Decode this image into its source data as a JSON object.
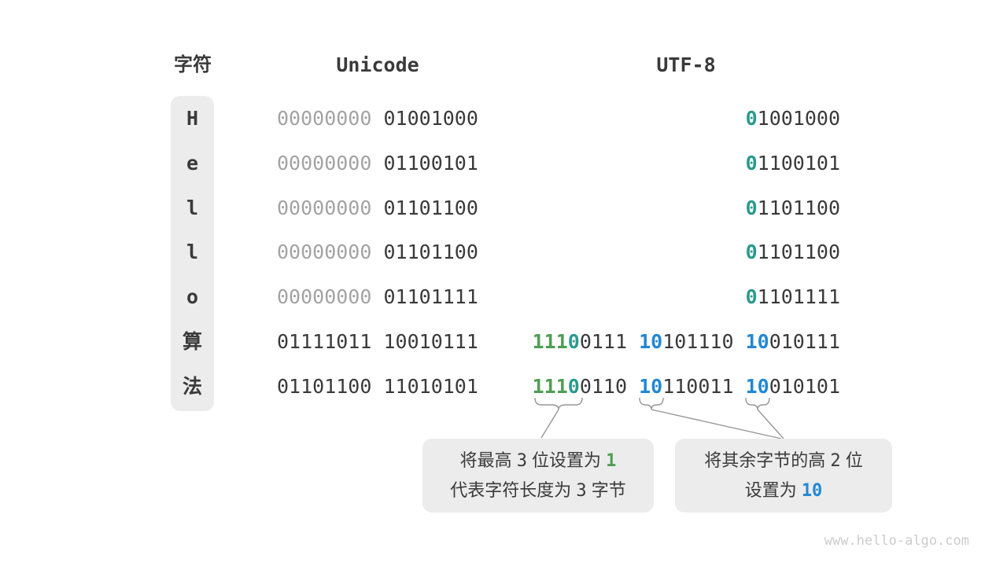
{
  "page": {
    "watermark": "www.hello-algo.com",
    "background": "#ffffff"
  },
  "colors": {
    "dark": "#3a3a3a",
    "gray": "#a3a3a3",
    "green": "#4f9e54",
    "teal": "#299a8c",
    "blue": "#2288d3",
    "box_bg": "#ececec",
    "connector": "#979797"
  },
  "header": {
    "char": "字符",
    "unicode": "Unicode",
    "utf8": "UTF-8"
  },
  "rows": [
    {
      "char": "H",
      "unicode": [
        {
          "text": "00000000",
          "color": "gray"
        },
        {
          "text": "01001000",
          "color": "dark"
        }
      ],
      "utf8": [
        [
          {
            "text": "0",
            "color": "teal",
            "bold": true
          },
          {
            "text": "1001000",
            "color": "dark"
          }
        ]
      ]
    },
    {
      "char": "e",
      "unicode": [
        {
          "text": "00000000",
          "color": "gray"
        },
        {
          "text": "01100101",
          "color": "dark"
        }
      ],
      "utf8": [
        [
          {
            "text": "0",
            "color": "teal",
            "bold": true
          },
          {
            "text": "1100101",
            "color": "dark"
          }
        ]
      ]
    },
    {
      "char": "l",
      "unicode": [
        {
          "text": "00000000",
          "color": "gray"
        },
        {
          "text": "01101100",
          "color": "dark"
        }
      ],
      "utf8": [
        [
          {
            "text": "0",
            "color": "teal",
            "bold": true
          },
          {
            "text": "1101100",
            "color": "dark"
          }
        ]
      ]
    },
    {
      "char": "l",
      "unicode": [
        {
          "text": "00000000",
          "color": "gray"
        },
        {
          "text": "01101100",
          "color": "dark"
        }
      ],
      "utf8": [
        [
          {
            "text": "0",
            "color": "teal",
            "bold": true
          },
          {
            "text": "1101100",
            "color": "dark"
          }
        ]
      ]
    },
    {
      "char": "o",
      "unicode": [
        {
          "text": "00000000",
          "color": "gray"
        },
        {
          "text": "01101111",
          "color": "dark"
        }
      ],
      "utf8": [
        [
          {
            "text": "0",
            "color": "teal",
            "bold": true
          },
          {
            "text": "1101111",
            "color": "dark"
          }
        ]
      ]
    },
    {
      "char": "算",
      "unicode": [
        {
          "text": "01111011",
          "color": "dark"
        },
        {
          "text": "10010111",
          "color": "dark"
        }
      ],
      "utf8": [
        [
          {
            "text": "111",
            "color": "green",
            "bold": true
          },
          {
            "text": "0",
            "color": "teal",
            "bold": true
          },
          {
            "text": "0111",
            "color": "dark"
          }
        ],
        [
          {
            "text": "10",
            "color": "blue",
            "bold": true
          },
          {
            "text": "101110",
            "color": "dark"
          }
        ],
        [
          {
            "text": "10",
            "color": "blue",
            "bold": true
          },
          {
            "text": "010111",
            "color": "dark"
          }
        ]
      ]
    },
    {
      "char": "法",
      "unicode": [
        {
          "text": "01101100",
          "color": "dark"
        },
        {
          "text": "11010101",
          "color": "dark"
        }
      ],
      "utf8": [
        [
          {
            "text": "111",
            "color": "green",
            "bold": true
          },
          {
            "text": "0",
            "color": "teal",
            "bold": true
          },
          {
            "text": "0110",
            "color": "dark"
          }
        ],
        [
          {
            "text": "10",
            "color": "blue",
            "bold": true
          },
          {
            "text": "110011",
            "color": "dark"
          }
        ],
        [
          {
            "text": "10",
            "color": "blue",
            "bold": true
          },
          {
            "text": "010101",
            "color": "dark"
          }
        ]
      ]
    }
  ],
  "callouts": [
    {
      "name": "utf8-prefix",
      "lines": [
        [
          {
            "text": "将最高 ",
            "color": "dark"
          },
          {
            "text": "3",
            "color": "dark",
            "mono": true
          },
          {
            "text": " 位设置为 ",
            "color": "dark"
          },
          {
            "text": "1",
            "color": "green",
            "mono": true,
            "bold": true
          }
        ],
        [
          {
            "text": "代表字符长度为 ",
            "color": "dark"
          },
          {
            "text": "3",
            "color": "dark",
            "mono": true
          },
          {
            "text": " 字节",
            "color": "dark"
          }
        ]
      ]
    },
    {
      "name": "continuation-prefix",
      "lines": [
        [
          {
            "text": "将其余字节的高 ",
            "color": "dark"
          },
          {
            "text": "2",
            "color": "dark",
            "mono": true
          },
          {
            "text": " 位",
            "color": "dark"
          }
        ],
        [
          {
            "text": "设置为 ",
            "color": "dark"
          },
          {
            "text": "10",
            "color": "blue",
            "mono": true,
            "bold": true
          }
        ]
      ]
    }
  ]
}
